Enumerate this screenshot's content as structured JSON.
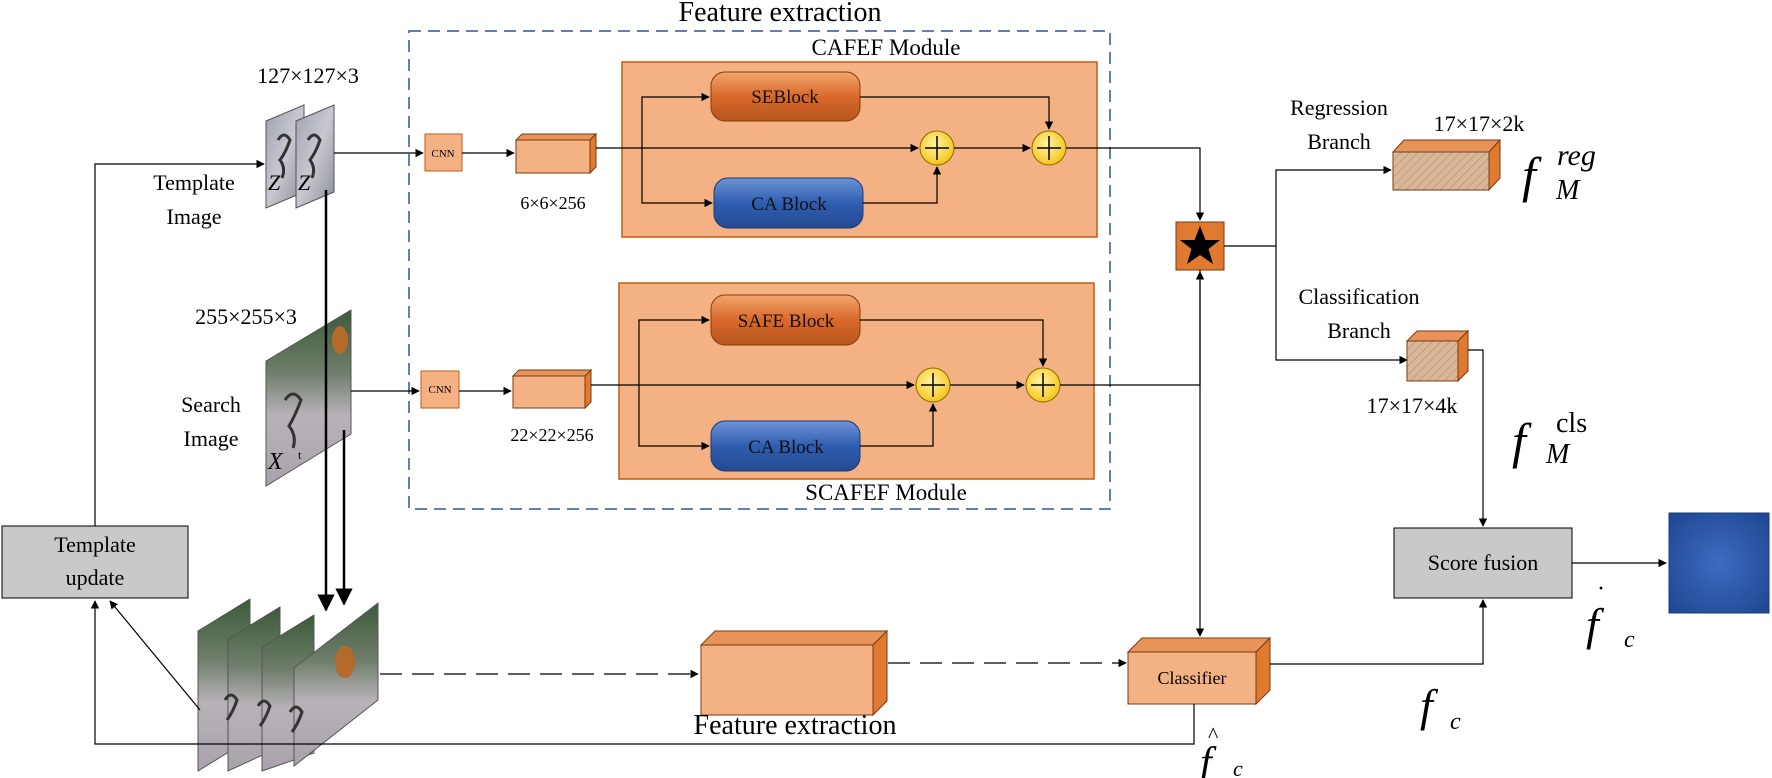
{
  "diagram": {
    "feature_extraction_top": "Feature extraction",
    "feature_extraction_bottom": "Feature extraction",
    "cafef_module": "CAFEF Module",
    "scafef_module": "SCAFEF Module",
    "template": {
      "size": "127×127×3",
      "label_line1": "Template",
      "label_line2": "Image",
      "symbol": "Z"
    },
    "search": {
      "size": "255×255×3",
      "label_line1": "Search",
      "label_line2": "Image",
      "symbol": "X",
      "symbol_sub": "t"
    },
    "cnn": "CNN",
    "template_feat_size": "6×6×256",
    "search_feat_size": "22×22×256",
    "seblock": "SEBlock",
    "safe_block": "SAFE Block",
    "ca_block": "CA Block",
    "regression": {
      "line1": "Regression",
      "line2": "Branch",
      "size": "17×17×2k"
    },
    "classification": {
      "line1": "Classification",
      "line2": "Branch",
      "size": "17×17×4k"
    },
    "f_reg": {
      "base": "f",
      "sub": "M",
      "sup": "reg"
    },
    "f_cls": {
      "base": "f",
      "sub": "M",
      "sup": "cls"
    },
    "template_update_line1": "Template",
    "template_update_line2": "update",
    "classifier": "Classifier",
    "score_fusion": "Score fusion",
    "f_c": {
      "base": "f",
      "sub": "c"
    },
    "f_c_hat": {
      "base": "f",
      "sub": "c",
      "accent": "^"
    },
    "f_c_dot": {
      "base": "f",
      "sub": "c",
      "accent": "·"
    },
    "colors": {
      "module_fill": "#F4B183",
      "module_border": "#C55A11",
      "orange_block": "#D9692A",
      "blue_block": "#2F5DB0",
      "adder": "#FFE15A",
      "gray_box": "#C9C9C9",
      "output_square": "#2E5AA8",
      "dashed_frame": "#2F5597"
    }
  }
}
